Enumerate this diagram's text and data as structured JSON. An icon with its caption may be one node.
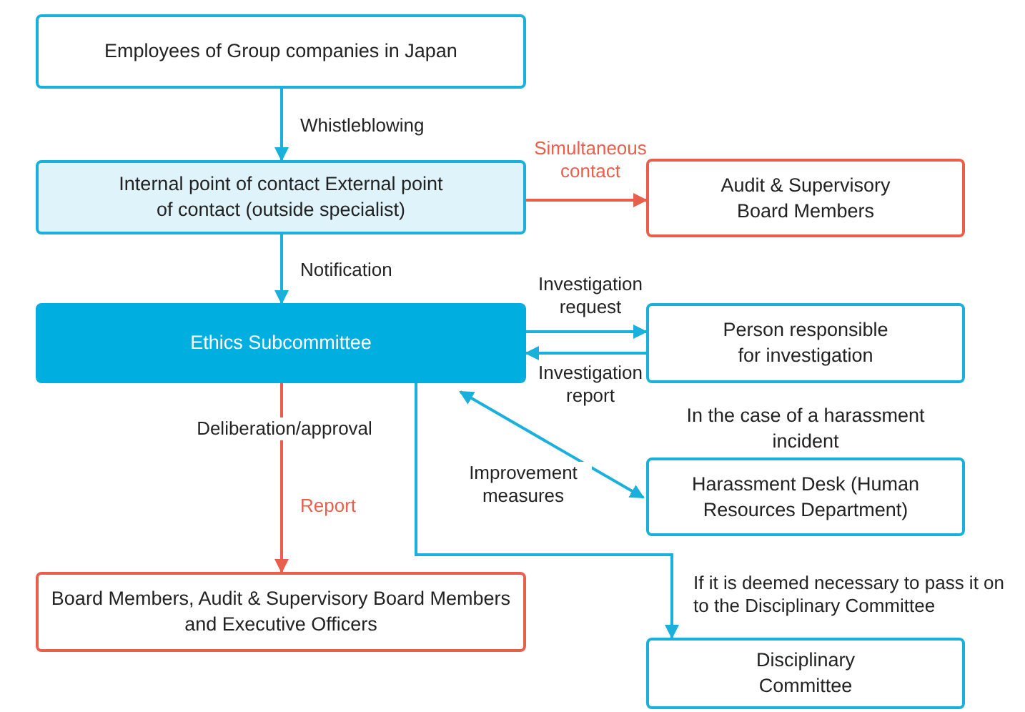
{
  "diagram": {
    "nodes": [
      {
        "text": [
          "Employees of Group companies in Japan"
        ]
      },
      {
        "text": [
          "Internal point of contact External point of contact (outside specialist)"
        ]
      },
      {
        "text": [
          "Ethics Subcommittee"
        ]
      },
      {
        "text": [
          "Audit & Supervisory Board Members"
        ]
      },
      {
        "text": [
          "Person responsible for investigation"
        ]
      },
      {
        "text": [
          "Harassment Desk (Human Resources Department)"
        ],
        "beside": [
          "In the case of a harassment incident"
        ]
      },
      {
        "text": [
          "Board Members, Audit & Supervisory Board Members and Executive Officers"
        ]
      },
      {
        "text": [
          "Disciplinary Committee"
        ]
      }
    ],
    "edges": [
      {
        "from": 0,
        "to": 1,
        "arrow": "to",
        "label": "Whistleblowing"
      },
      {
        "from": 1,
        "to": 3,
        "arrow": "to",
        "label": "Simultaneous contact",
        "color": "#e8604c"
      },
      {
        "from": 1,
        "to": 2,
        "arrow": "to",
        "label": "Notification"
      },
      {
        "from": 2,
        "to": 4,
        "arrow": "to",
        "label": "Investigation request"
      },
      {
        "from": 4,
        "to": 2,
        "arrow": "to",
        "label": "Investigation report"
      },
      {
        "from": 2,
        "to": 5,
        "arrow": "both",
        "label": "Improvement measures"
      },
      {
        "from": 2,
        "to": 6,
        "arrow": "to",
        "label": "Report",
        "color": "#e8604c"
      },
      {
        "from": 2,
        "to": 7,
        "arrow": "to",
        "label": "If it is deemed necessary to pass it on to the Disciplinary Committee"
      }
    ],
    "labels": [
      "Deliberation/approval"
    ]
  }
}
